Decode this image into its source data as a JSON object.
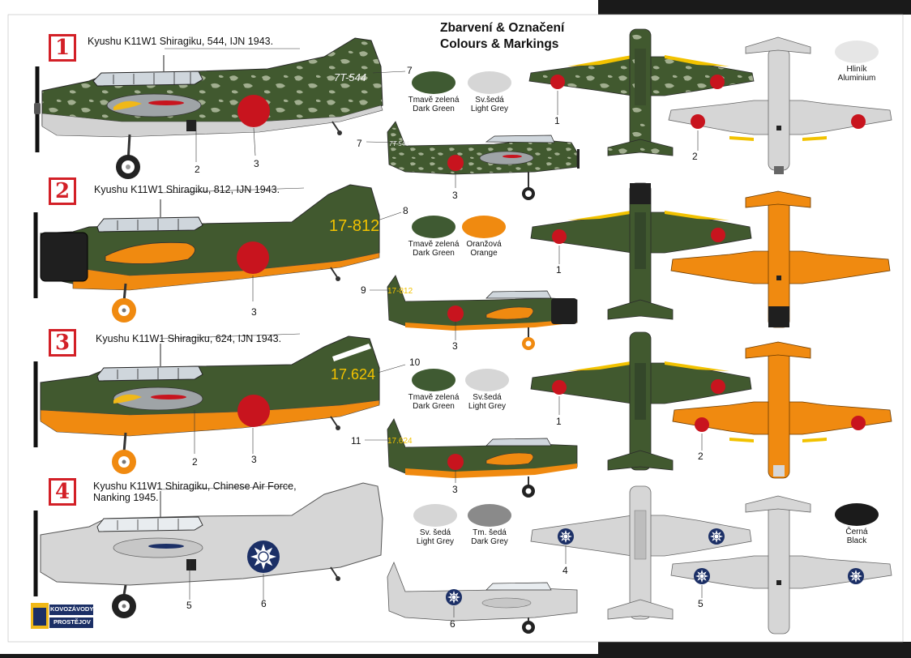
{
  "header": {
    "title_cz": "Zbarvení & Označení",
    "title_en": "Colours & Markings"
  },
  "schemes": [
    {
      "number": "1",
      "title": "Kyushu K11W1 Shiragiku, 544, IJN 1943.",
      "tail_code": "7T-544",
      "small_tail_code": "7T-544"
    },
    {
      "number": "2",
      "title": "Kyushu K11W1 Shiragiku, 812, IJN 1943.",
      "tail_code": "17-812",
      "small_tail_code": "17-812"
    },
    {
      "number": "3",
      "title": "Kyushu K11W1 Shiragiku, 624, IJN 1943.",
      "tail_code": "17.624",
      "small_tail_code": "17.624"
    },
    {
      "number": "4",
      "title_line1": "Kyushu K11W1 Shiragiku, Chinese Air Force,",
      "title_line2": "Nanking 1945."
    }
  ],
  "swatches": {
    "dark_green_1": {
      "cz": "Tmavě zelená",
      "en": "Dark Green",
      "color": "#3f5a32"
    },
    "light_grey_1": {
      "cz": "Sv.šedá",
      "en": "Light Grey",
      "color": "#d6d6d6"
    },
    "aluminium": {
      "cz": "Hliník",
      "en": "Aluminium",
      "color": "#e6e6e6"
    },
    "dark_green_2": {
      "cz": "Tmavě zelená",
      "en": "Dark Green",
      "color": "#3f5a32"
    },
    "orange": {
      "cz": "Oranžová",
      "en": "Orange",
      "color": "#f08a10"
    },
    "dark_green_3": {
      "cz": "Tmavě zelená",
      "en": "Dark Green",
      "color": "#3f5a32"
    },
    "light_grey_3": {
      "cz": "Sv.šedá",
      "en": "Light Grey",
      "color": "#d6d6d6"
    },
    "light_grey_4": {
      "cz": "Sv. šedá",
      "en": "Light Grey",
      "color": "#d6d6d6"
    },
    "dark_grey_4": {
      "cz": "Tm. šedá",
      "en": "Dark Grey",
      "color": "#8a8a8a"
    },
    "black": {
      "cz": "Černá",
      "en": "Black",
      "color": "#1b1b1b"
    }
  },
  "callouts": [
    "1",
    "2",
    "3",
    "4",
    "5",
    "6",
    "7",
    "8",
    "9",
    "10",
    "11"
  ],
  "logo": {
    "line1": "KOVOZÁVODY",
    "line2": "PROSTĚJOV"
  },
  "colors": {
    "green": "#41592f",
    "orange": "#f08a10",
    "grey": "#d3d3d3",
    "hinomaru": "#c8141e",
    "badge_red": "#d32027",
    "yellow": "#f2c200",
    "roc_blue": "#1b2f66"
  }
}
